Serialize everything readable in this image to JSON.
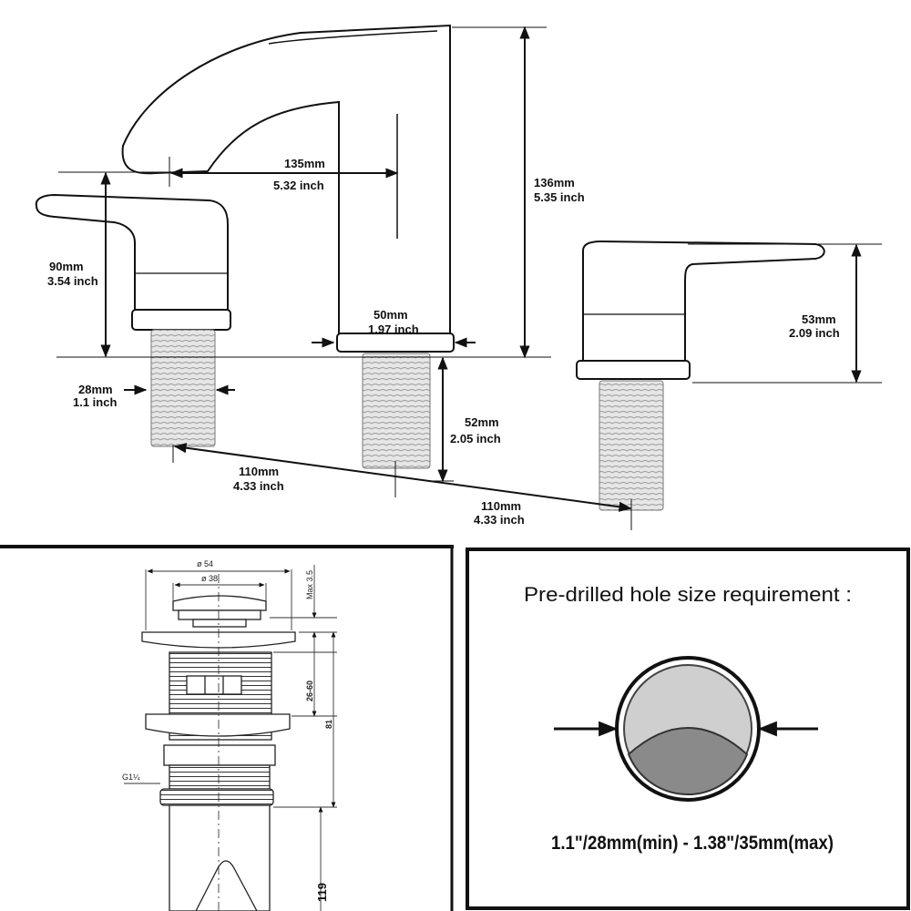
{
  "faucet_dimensions": {
    "spout_reach": {
      "mm": "135mm",
      "inch": "5.32 inch"
    },
    "spout_height": {
      "mm": "136mm",
      "inch": "5.35 inch"
    },
    "left_handle_height": {
      "mm": "90mm",
      "inch": "3.54 inch"
    },
    "right_handle_height": {
      "mm": "53mm",
      "inch": "2.09 inch"
    },
    "spout_base_diameter": {
      "mm": "50mm",
      "inch": "1.97 inch"
    },
    "shank_diameter": {
      "mm": "28mm",
      "inch": "1.1 inch"
    },
    "shank_length": {
      "mm": "52mm",
      "inch": "2.05 inch"
    },
    "spacing_left": {
      "mm": "110mm",
      "inch": "4.33 inch"
    },
    "spacing_right": {
      "mm": "110mm",
      "inch": "4.33 inch"
    }
  },
  "drain_dimensions": {
    "outer_diameter": "ø 54",
    "inner_diameter": "ø 38",
    "max_lift": "Max 3.5",
    "thread_range": "26-60",
    "body_length": "81",
    "thread_size": "G1¼",
    "total_length": "119"
  },
  "hole_requirement": {
    "title": "Pre-drilled hole size requirement :",
    "range": "1.1\"/28mm(min) - 1.38\"/35mm(max)"
  }
}
